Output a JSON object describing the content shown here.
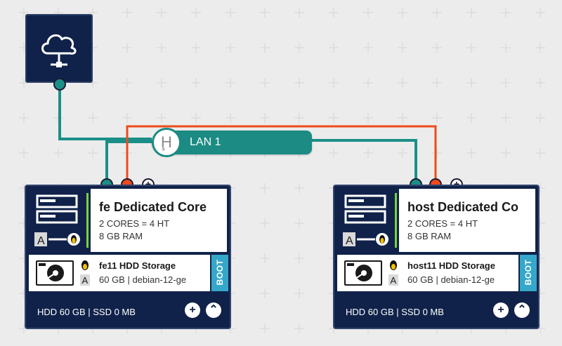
{
  "internet": {
    "icon": "cloud-network-icon"
  },
  "lan": {
    "label": "LAN 1",
    "hub_icon": "hub-icon",
    "color": "#1b8b84"
  },
  "link_colors": {
    "lan": "#1b8f87",
    "secondary": "#ee4a1b"
  },
  "servers": [
    {
      "title": "fe Dedicated Core",
      "cores": "2 CORES = 4 HT",
      "ram": "8 GB RAM",
      "storage": {
        "title": "fe11 HDD Storage",
        "detail": "60 GB | debian-12-ge",
        "boot_label": "BOOT"
      },
      "summary": "HDD 60 GB | SSD 0 MB"
    },
    {
      "title": "host Dedicated Co",
      "cores": "2 CORES = 4 HT",
      "ram": "8 GB RAM",
      "storage": {
        "title": "host11 HDD Storage",
        "detail": "60 GB | debian-12-ge",
        "boot_label": "BOOT"
      },
      "summary": "HDD 60 GB | SSD 0 MB"
    }
  ],
  "colors": {
    "server_bg": "#10224a",
    "status_bar": "#7bd23a",
    "boot_bg": "#35a7c9",
    "canvas": "#ececec"
  }
}
